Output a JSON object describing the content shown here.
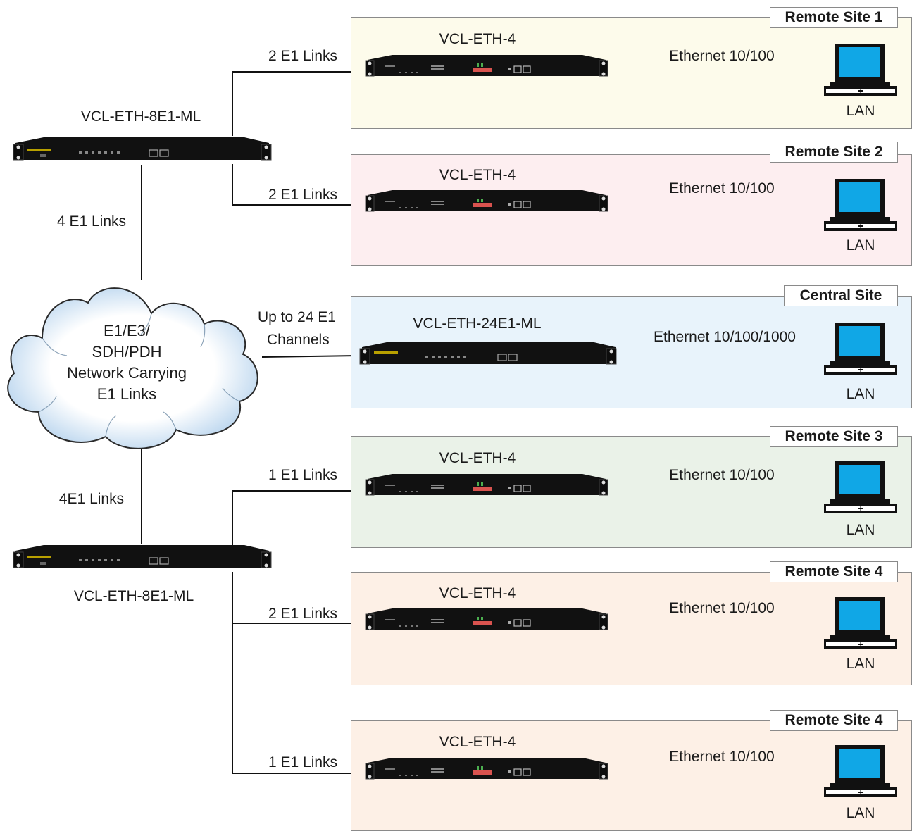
{
  "colors": {
    "site1": "#fdfbeb",
    "site2": "#fdeef0",
    "central": "#e8f3fb",
    "site3": "#eaf2e8",
    "site4": "#fdf0e6",
    "screen": "#10a7e6",
    "device": "#111111",
    "line": "#111111"
  },
  "cloud": {
    "line1": "E1/E3/",
    "line2": "SDH/PDH",
    "line3": "Network Carrying",
    "line4": "E1 Links"
  },
  "upper_mux": {
    "model": "VCL-ETH-8E1-ML",
    "cloud_link": "4 E1 Links"
  },
  "lower_mux": {
    "model": "VCL-ETH-8E1-ML",
    "cloud_link": "4E1 Links"
  },
  "sites": [
    {
      "name": "Remote Site 1",
      "device": "VCL-ETH-4",
      "link": "2 E1 Links",
      "ethernet": "Ethernet 10/100",
      "lan": "LAN"
    },
    {
      "name": "Remote Site 2",
      "device": "VCL-ETH-4",
      "link": "2 E1 Links",
      "ethernet": "Ethernet 10/100",
      "lan": "LAN"
    },
    {
      "name": "Central Site",
      "device": "VCL-ETH-24E1-ML",
      "link_line1": "Up to 24 E1",
      "link_line2": "Channels",
      "ethernet": "Ethernet 10/100/1000",
      "lan": "LAN"
    },
    {
      "name": "Remote Site 3",
      "device": "VCL-ETH-4",
      "link": "1 E1 Links",
      "ethernet": "Ethernet 10/100",
      "lan": "LAN"
    },
    {
      "name": "Remote Site 4",
      "device": "VCL-ETH-4",
      "link": "2 E1 Links",
      "ethernet": "Ethernet 10/100",
      "lan": "LAN"
    },
    {
      "name": "Remote Site 4",
      "device": "VCL-ETH-4",
      "link": "1 E1 Links",
      "ethernet": "Ethernet 10/100",
      "lan": "LAN"
    }
  ]
}
